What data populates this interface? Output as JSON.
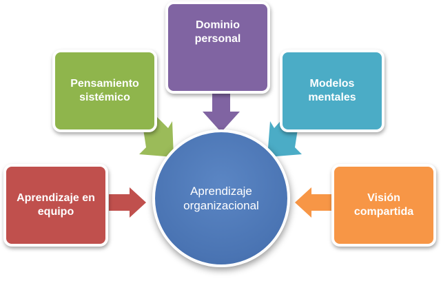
{
  "diagram": {
    "center": {
      "line1": "Aprendizaje",
      "line2": "organizacional",
      "color": "#4a74b3"
    },
    "nodes": [
      {
        "id": "aprendizaje-en-equipo",
        "line1": "Aprendizaje en",
        "line2": "equipo",
        "color": "#c0504d",
        "arrow_color": "#c0504d"
      },
      {
        "id": "pensamiento-sistemico",
        "line1": "Pensamiento",
        "line2": "sistémico",
        "color": "#8fb54c",
        "arrow_color": "#9bbb59"
      },
      {
        "id": "dominio-personal",
        "line1": "Dominio",
        "line2": "personal",
        "color": "#8064a2",
        "arrow_color": "#8064a2"
      },
      {
        "id": "modelos-mentales",
        "line1": "Modelos",
        "line2": "mentales",
        "color": "#4bacc6",
        "arrow_color": "#4bacc6"
      },
      {
        "id": "vision-compartida",
        "line1": "Visión",
        "line2": "compartida",
        "color": "#f79646",
        "arrow_color": "#f79646"
      }
    ]
  }
}
